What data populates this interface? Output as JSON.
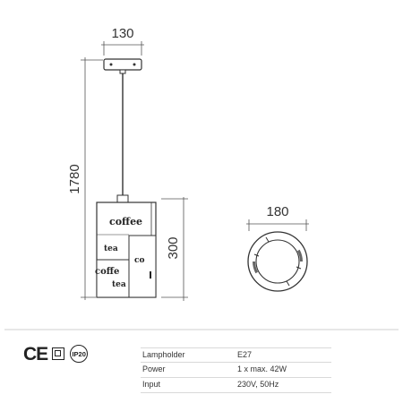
{
  "dimensions": {
    "canopy_width": "130",
    "total_height": "1780",
    "shade_height": "300",
    "shade_diameter": "180"
  },
  "shade_print": {
    "word_coffee": "coffee",
    "word_tea": "tea",
    "word_coffee_partial": "coffe",
    "word_coffee_partial_right": "co"
  },
  "certifications": {
    "ce_mark": "CE",
    "protection_class": "class-ii-icon",
    "ip_rating": "IP20"
  },
  "specs": [
    {
      "label": "Lampholder",
      "value": "E27"
    },
    {
      "label": "Power",
      "value": "1 x max. 42W"
    },
    {
      "label": "Input",
      "value": "230V, 50Hz"
    }
  ],
  "colors": {
    "line": "#555555",
    "dark": "#222222",
    "divider": "#d9d9d9"
  }
}
